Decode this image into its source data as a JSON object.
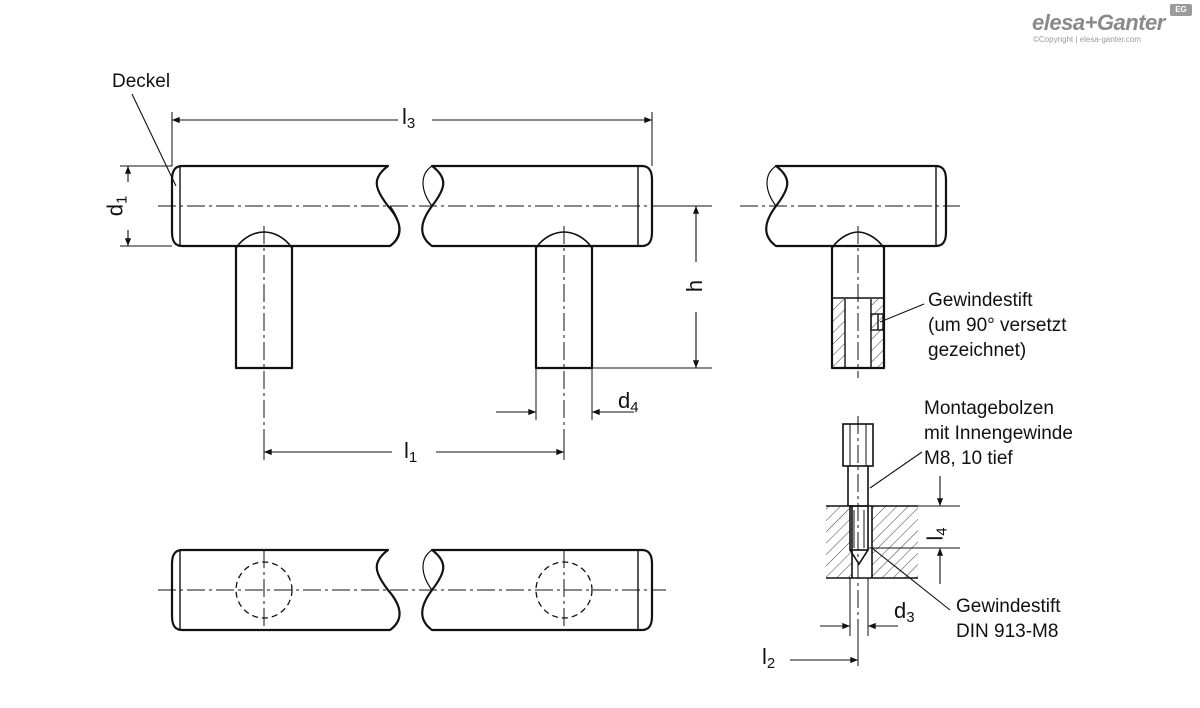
{
  "brand": {
    "logo_text": "elesa+Ganter",
    "badge": "EG",
    "copyright": "©Copyright | elesa-ganter.com"
  },
  "labels": {
    "deckel": "Deckel",
    "gewindestift_top_1": "Gewindestift",
    "gewindestift_top_2": "(um 90° versetzt",
    "gewindestift_top_3": "gezeichnet)",
    "montage_1": "Montagebolzen",
    "montage_2": "mit Innengewinde",
    "montage_3": "M8, 10 tief",
    "gewindestift_bottom_1": "Gewindestift",
    "gewindestift_bottom_2": "DIN 913-M8"
  },
  "dimensions": {
    "l3": {
      "base": "l",
      "sub": "3"
    },
    "d1": {
      "base": "d",
      "sub": "1"
    },
    "h": {
      "base": "h",
      "sub": ""
    },
    "d4": {
      "base": "d",
      "sub": "4"
    },
    "l1": {
      "base": "l",
      "sub": "1"
    },
    "l4": {
      "base": "l",
      "sub": "4"
    },
    "d3": {
      "base": "d",
      "sub": "3"
    },
    "l2": {
      "base": "l",
      "sub": "2"
    }
  },
  "colors": {
    "line": "#111111",
    "logo": "#8a8a8a"
  }
}
